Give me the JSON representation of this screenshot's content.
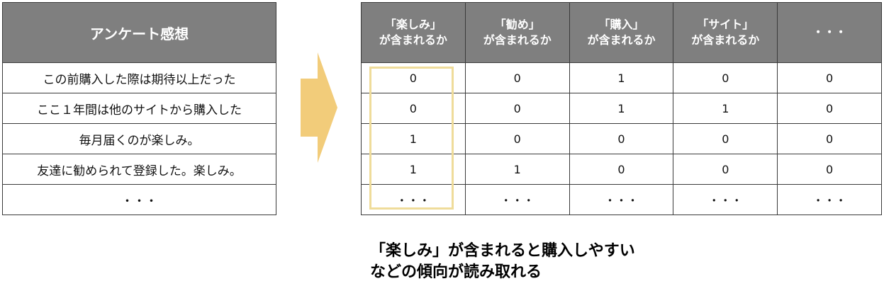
{
  "left_table": {
    "header": "アンケート感想",
    "rows": [
      "この前購入した際は期待以上だった",
      "ここ１年間は他のサイトから購入した",
      "毎月届くのが楽しみ。",
      "友達に勧められて登録した。楽しみ。",
      "・・・"
    ]
  },
  "right_table": {
    "headers": [
      {
        "line1": "「楽しみ」",
        "line2": "が含まれるか"
      },
      {
        "line1": "「勧め」",
        "line2": "が含まれるか"
      },
      {
        "line1": "「購入」",
        "line2": "が含まれるか"
      },
      {
        "line1": "「サイト」",
        "line2": "が含まれるか"
      },
      {
        "line1": "・・・",
        "line2": ""
      }
    ],
    "rows": [
      [
        "0",
        "0",
        "1",
        "0",
        "0"
      ],
      [
        "0",
        "0",
        "1",
        "1",
        "0"
      ],
      [
        "1",
        "0",
        "0",
        "0",
        "0"
      ],
      [
        "1",
        "1",
        "0",
        "0",
        "0"
      ],
      [
        "・・・",
        "・・・",
        "・・・",
        "・・・",
        "・・・"
      ]
    ]
  },
  "conclusion": {
    "line1": "「楽しみ」が含まれると購入しやすい",
    "line2": "などの傾向が読み取れる"
  },
  "colors": {
    "header_bg": "#7f7f7f",
    "arrow": "#f2cc7a",
    "highlight": "#efdc9a"
  }
}
